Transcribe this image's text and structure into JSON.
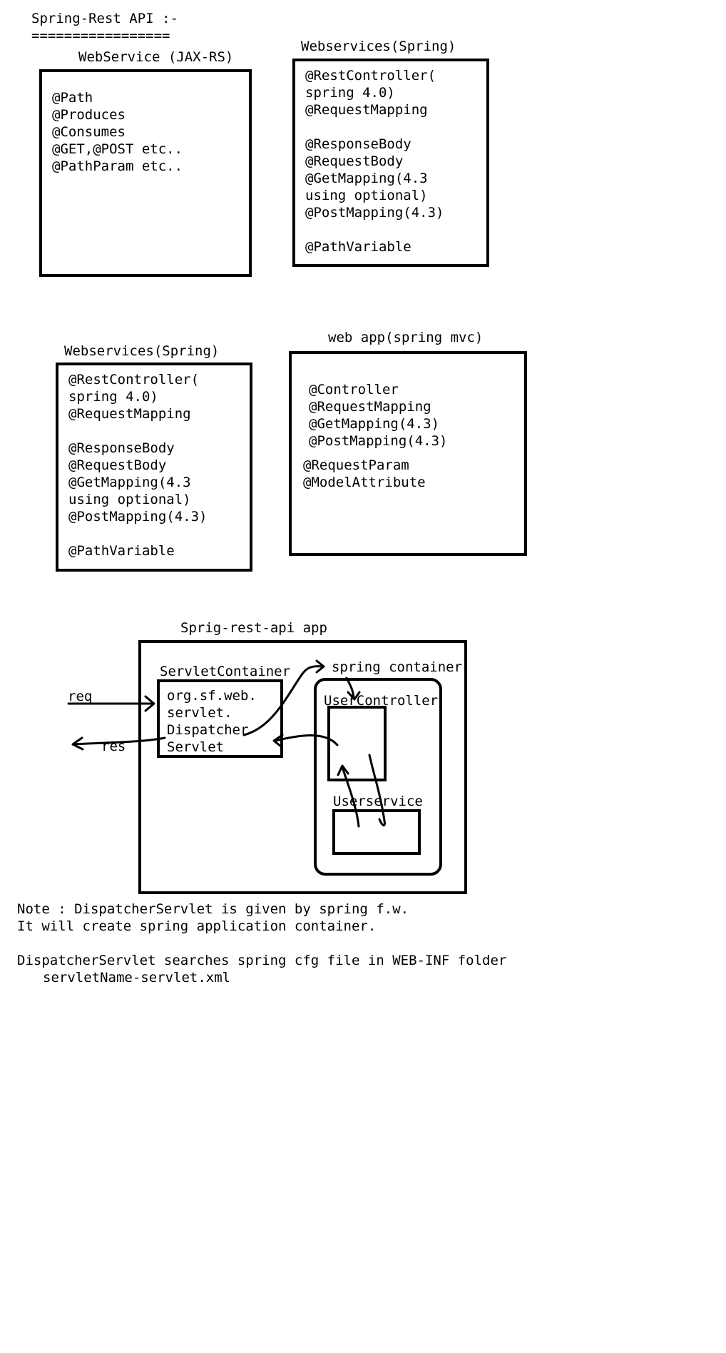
{
  "header": {
    "title": "Spring-Rest API :-",
    "underline": "================="
  },
  "jaxrs": {
    "title": "WebService (JAX-RS)",
    "lines": "@Path\n@Produces\n@Consumes\n@GET,@POST etc..\n@PathParam etc.."
  },
  "spring_ws_1": {
    "title": "Webservices(Spring)",
    "lines": "@RestController(\nspring 4.0)\n@RequestMapping\n\n@ResponseBody\n@RequestBody\n@GetMapping(4.3\nusing optional)\n@PostMapping(4.3)\n\n@PathVariable"
  },
  "spring_ws_2": {
    "title": "Webservices(Spring)",
    "lines": "@RestController(\nspring 4.0)\n@RequestMapping\n\n@ResponseBody\n@RequestBody\n@GetMapping(4.3\nusing optional)\n@PostMapping(4.3)\n\n@PathVariable"
  },
  "spring_mvc": {
    "title": "web app(spring mvc)",
    "lines_a": "@Controller\n@RequestMapping\n@GetMapping(4.3)\n@PostMapping(4.3)",
    "lines_b": "@RequestParam\n@ModelAttribute"
  },
  "app_diagram": {
    "title": "Sprig-rest-api app",
    "servlet_container_label": "ServletContainer",
    "dispatcher_lines": "org.sf.web.\nservlet.\nDispatcher\nServlet",
    "spring_container_label": "spring container",
    "user_controller_label": "UserController",
    "user_service_label": "Userservice",
    "req_label": "req",
    "res_label": "res"
  },
  "notes": {
    "line1": "Note : DispatcherServlet is given by spring f.w.",
    "line2": "It will create spring application container.",
    "line3": "DispatcherServlet searches spring cfg file in WEB-INF folder",
    "line4": "servletName-servlet.xml"
  }
}
